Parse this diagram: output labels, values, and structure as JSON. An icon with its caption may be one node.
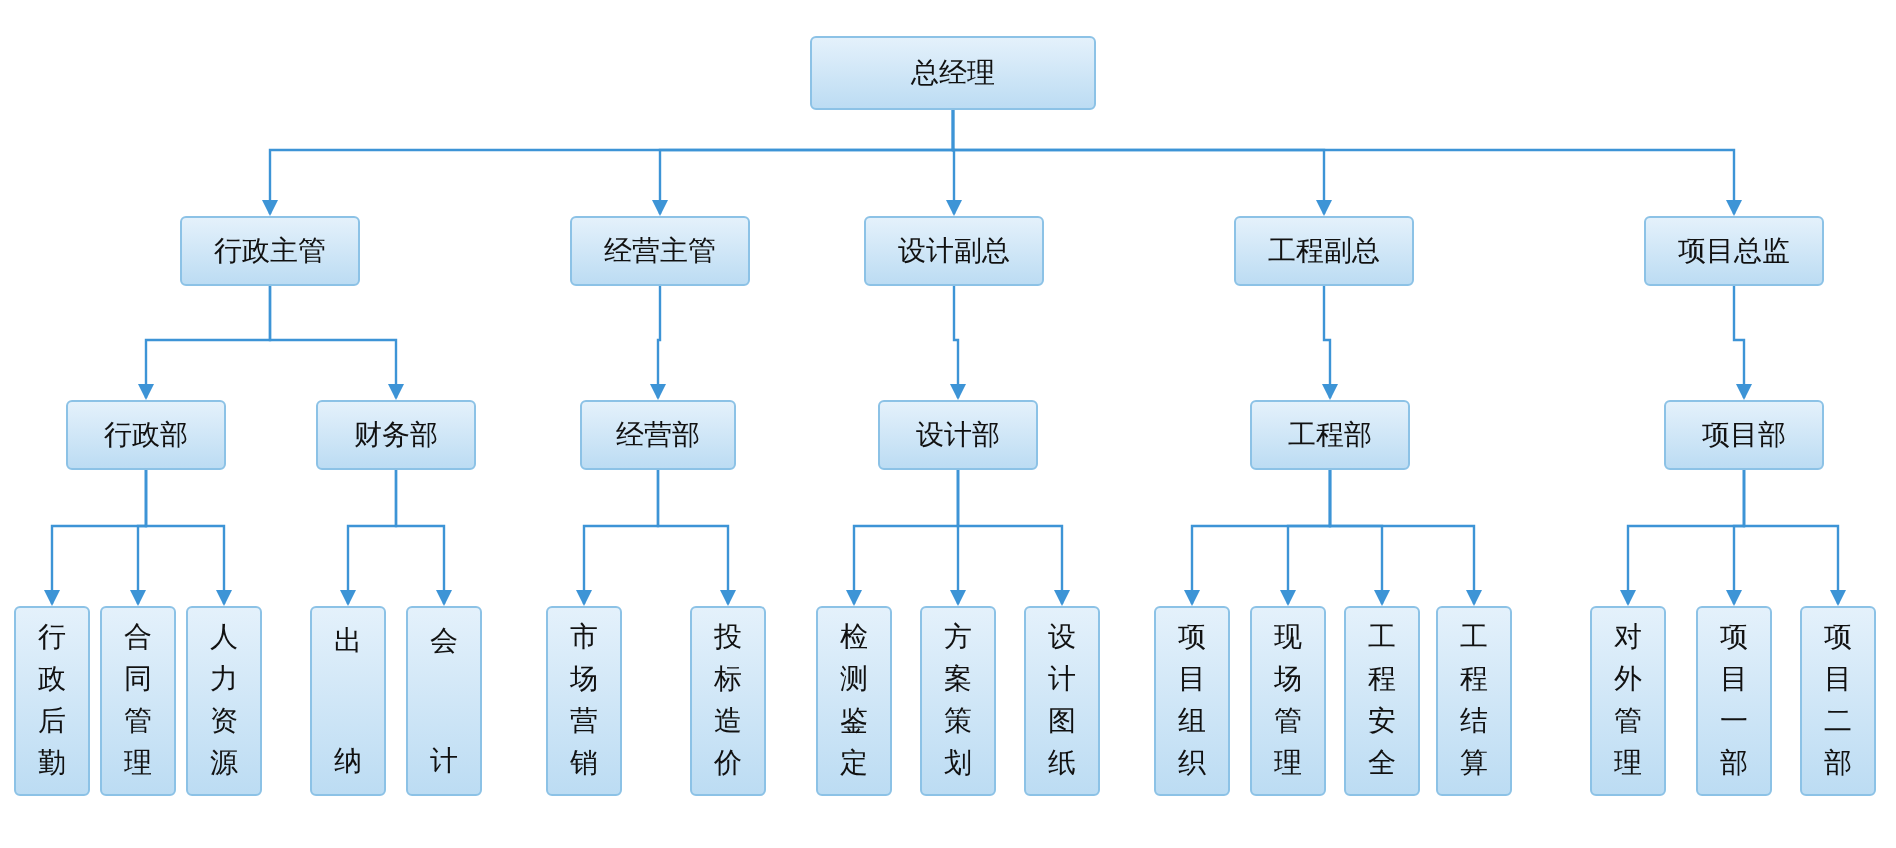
{
  "diagram": {
    "nodes": [
      {
        "text": [
          "总经理"
        ]
      },
      {
        "text": [
          "行政主管"
        ]
      },
      {
        "text": [
          "经营主管"
        ]
      },
      {
        "text": [
          "设计副总"
        ]
      },
      {
        "text": [
          "工程副总"
        ]
      },
      {
        "text": [
          "项目总监"
        ]
      },
      {
        "text": [
          "行政部"
        ]
      },
      {
        "text": [
          "财务部"
        ]
      },
      {
        "text": [
          "经营部"
        ]
      },
      {
        "text": [
          "设计部"
        ]
      },
      {
        "text": [
          "工程部"
        ]
      },
      {
        "text": [
          "项目部"
        ]
      },
      {
        "text": [
          "行政后勤"
        ]
      },
      {
        "text": [
          "合同管理"
        ]
      },
      {
        "text": [
          "人力资源"
        ]
      },
      {
        "text": [
          "出纳"
        ]
      },
      {
        "text": [
          "会计"
        ]
      },
      {
        "text": [
          "市场营销"
        ]
      },
      {
        "text": [
          "投标造价"
        ]
      },
      {
        "text": [
          "检测鉴定"
        ]
      },
      {
        "text": [
          "方案策划"
        ]
      },
      {
        "text": [
          "设计图纸"
        ]
      },
      {
        "text": [
          "项目组织"
        ]
      },
      {
        "text": [
          "现场管理"
        ]
      },
      {
        "text": [
          "工程安全"
        ]
      },
      {
        "text": [
          "工程结算"
        ]
      },
      {
        "text": [
          "对外管理"
        ]
      },
      {
        "text": [
          "项目一部"
        ]
      },
      {
        "text": [
          "项目二部"
        ]
      }
    ],
    "edges": [
      {
        "from": 0,
        "to": 1,
        "arrow": "to"
      },
      {
        "from": 0,
        "to": 2,
        "arrow": "to"
      },
      {
        "from": 0,
        "to": 3,
        "arrow": "to"
      },
      {
        "from": 0,
        "to": 4,
        "arrow": "to"
      },
      {
        "from": 0,
        "to": 5,
        "arrow": "to"
      },
      {
        "from": 1,
        "to": 6,
        "arrow": "to"
      },
      {
        "from": 1,
        "to": 7,
        "arrow": "to"
      },
      {
        "from": 2,
        "to": 8,
        "arrow": "to"
      },
      {
        "from": 3,
        "to": 9,
        "arrow": "to"
      },
      {
        "from": 4,
        "to": 10,
        "arrow": "to"
      },
      {
        "from": 5,
        "to": 11,
        "arrow": "to"
      },
      {
        "from": 6,
        "to": 12,
        "arrow": "to"
      },
      {
        "from": 6,
        "to": 13,
        "arrow": "to"
      },
      {
        "from": 6,
        "to": 14,
        "arrow": "to"
      },
      {
        "from": 7,
        "to": 15,
        "arrow": "to"
      },
      {
        "from": 7,
        "to": 16,
        "arrow": "to"
      },
      {
        "from": 8,
        "to": 17,
        "arrow": "to"
      },
      {
        "from": 8,
        "to": 18,
        "arrow": "to"
      },
      {
        "from": 9,
        "to": 19,
        "arrow": "to"
      },
      {
        "from": 9,
        "to": 20,
        "arrow": "to"
      },
      {
        "from": 9,
        "to": 21,
        "arrow": "to"
      },
      {
        "from": 10,
        "to": 22,
        "arrow": "to"
      },
      {
        "from": 10,
        "to": 23,
        "arrow": "to"
      },
      {
        "from": 10,
        "to": 24,
        "arrow": "to"
      },
      {
        "from": 10,
        "to": 25,
        "arrow": "to"
      },
      {
        "from": 11,
        "to": 26,
        "arrow": "to"
      },
      {
        "from": 11,
        "to": 27,
        "arrow": "to"
      },
      {
        "from": 11,
        "to": 28,
        "arrow": "to"
      }
    ]
  }
}
